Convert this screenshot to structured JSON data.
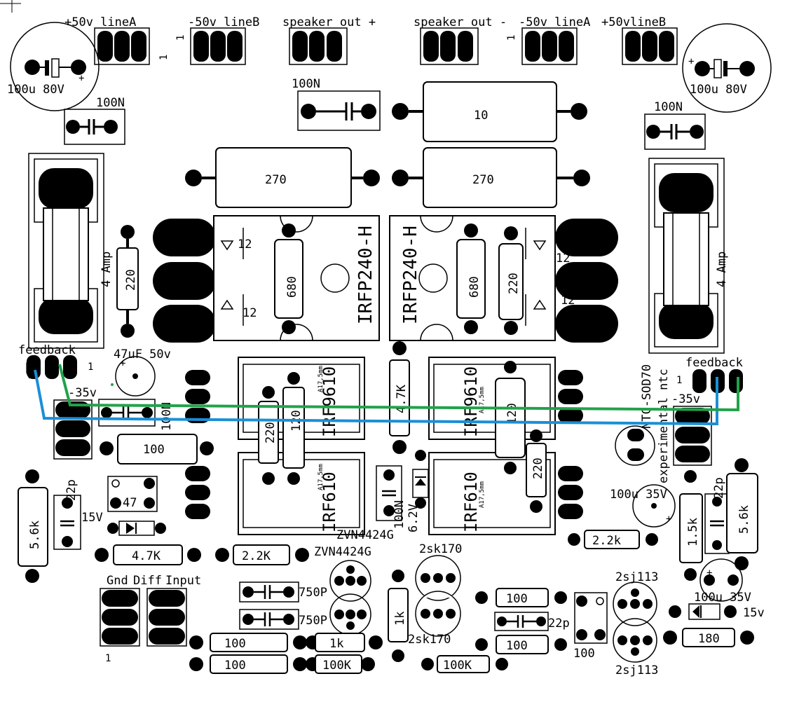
{
  "connectors": {
    "pos50_lineA": "+50v lineA",
    "neg50_lineB": "-50v lineB",
    "speaker_pos": "speaker out +",
    "speaker_neg": "speaker out -",
    "neg50_lineA": "-50v lineA",
    "pos50_lineB": "+50vlineB",
    "pin1": "1"
  },
  "caps": {
    "bulk_left": "100u 80V",
    "bulk_right": "100u 80V",
    "c100n_tl": "100N",
    "c100n_top": "100N",
    "c100n_tr": "100N",
    "c47u": "47uF 50v",
    "c100n_mid": "100N",
    "c22p_l": "22p",
    "c22p_r": "22p",
    "c750p_1": "750P",
    "c750p_2": "750P",
    "c22p_b": "22p",
    "c100n_zener": "100N",
    "c100u_35_a": "100u 35V",
    "c100u_35_b": "100u 35V"
  },
  "resistors": {
    "r10": "10",
    "r270_l": "270",
    "r270_r": "270",
    "r220_l": "220",
    "r680_l": "680",
    "r680_r": "680",
    "r220_r": "220",
    "r12_a": "12",
    "r12_b": "12",
    "r12_c": "12",
    "r12_d": "12",
    "r100_mid": "100",
    "r4k7_v": "4.7K",
    "r220_v1": "220",
    "r120_1": "120",
    "r120_2": "120",
    "r220_v2": "220",
    "r5k6_l": "5.6k",
    "r5k6_r": "5.6k",
    "r4k7": "4.7K",
    "r2k2_a": "2.2K",
    "r2k2_b": "2.2k",
    "r1k5": "1.5k",
    "r100_a": "100",
    "r1k_h": "1k",
    "r100_b": "100",
    "r100k_a": "100K",
    "r1k_v": "1k",
    "r100k_b": "100K",
    "r100_c": "100",
    "r100_d": "100",
    "r180": "180",
    "trim47": "47",
    "trim100": "100"
  },
  "semis": {
    "irfp240_a": "IRFP240-H",
    "irfp240_b": "IRFP240-H",
    "irf9610_a": "IRF9610",
    "irf9610_b": "IRF9610",
    "irf610_a": "IRF610",
    "irf610_b": "IRF610",
    "heatsink": "A17,5mm",
    "zvn_1": "ZVN4424G",
    "zvn_2": "ZVN4424G",
    "sk170_1": "2sk170",
    "sk170_2": "2sk170",
    "sj113_1": "2sj113",
    "sj113_2": "2sj113",
    "zener_62": "6.2V",
    "zener_15a": "15V",
    "zener_15b": "15v",
    "ntc_pkg": "NTC-SOD70",
    "ntc_label": "experimental ntc"
  },
  "misc": {
    "fuse_l": "4 Amp",
    "fuse_r": "4 Amp",
    "feedback_l": "feedback",
    "feedback_r": "feedback",
    "minus35_l": "-35v",
    "minus35_r": "-35v",
    "gnd": "Gnd",
    "diff": "Diff",
    "input": "Input",
    "plus": "+"
  },
  "colors": {
    "copper": "#000000",
    "wire_blue": "#1a8fd6",
    "wire_green": "#22a24a"
  }
}
